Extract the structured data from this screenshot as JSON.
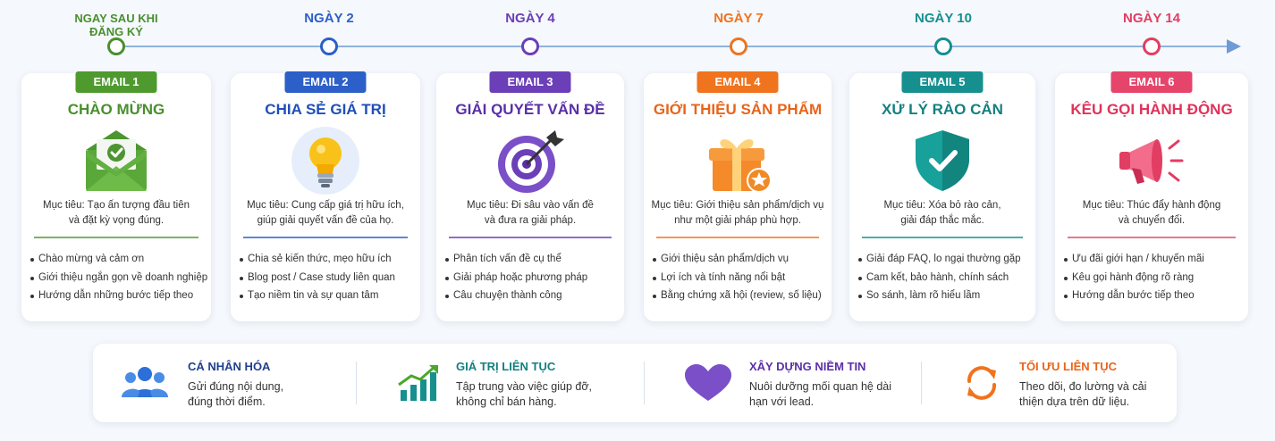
{
  "timeline": [
    {
      "label": "NGAY SAU KHI ĐĂNG KÝ",
      "color": "#4a8f2e"
    },
    {
      "label": "NGÀY 2",
      "color": "#2c5fc8"
    },
    {
      "label": "NGÀY 4",
      "color": "#6b3fb8"
    },
    {
      "label": "NGÀY 7",
      "color": "#f0731e"
    },
    {
      "label": "NGÀY 10",
      "color": "#168f8f"
    },
    {
      "label": "NGÀY 14",
      "color": "#e23d62"
    }
  ],
  "cards": [
    {
      "badge": "EMAIL 1",
      "title": "CHÀO MỪNG",
      "color": "#4a8f2e",
      "badge_color": "#4f9a2f",
      "icon": "envelope-check-icon",
      "goal": [
        "Mục tiêu: Tạo ấn tượng đầu tiên",
        "và đặt kỳ vọng đúng."
      ],
      "points": [
        "Chào mừng và cảm ơn",
        "Giới thiệu ngắn gọn về doanh nghiệp",
        "Hướng dẫn những bước tiếp theo"
      ]
    },
    {
      "badge": "EMAIL 2",
      "title": "CHIA SẺ GIÁ TRỊ",
      "color": "#1f4fb8",
      "badge_color": "#2c5fc8",
      "icon": "lightbulb-icon",
      "goal": [
        "Mục tiêu: Cung cấp giá trị hữu ích,",
        "giúp giải quyết vấn đề của họ."
      ],
      "points": [
        "Chia sẻ kiến thức, mẹo hữu ích",
        "Blog post / Case study liên quan",
        "Tạo niềm tin và sự quan tâm"
      ]
    },
    {
      "badge": "EMAIL 3",
      "title": "GIẢI QUYẾT VẤN ĐỀ",
      "color": "#5a2fa8",
      "badge_color": "#6b3fb8",
      "icon": "target-icon",
      "goal": [
        "Mục tiêu: Đi sâu vào vấn đề",
        "và đưa ra giải pháp."
      ],
      "points": [
        "Phân tích vấn đề cụ thể",
        "Giải pháp hoặc phương pháp",
        "Câu chuyện thành công"
      ]
    },
    {
      "badge": "EMAIL 4",
      "title": "GIỚI THIỆU SẢN PHẨM",
      "color": "#e8641a",
      "badge_color": "#f0731e",
      "icon": "gift-icon",
      "goal": [
        "Mục tiêu: Giới thiệu sản phẩm/dịch vụ",
        "như một giải pháp phù hợp."
      ],
      "points": [
        "Giới thiệu sản phẩm/dịch vụ",
        "Lợi ích và tính năng nổi bật",
        "Bằng chứng xã hội (review, số liệu)"
      ]
    },
    {
      "badge": "EMAIL 5",
      "title": "XỬ LÝ RÀO CẢN",
      "color": "#13807f",
      "badge_color": "#168f8f",
      "icon": "shield-check-icon",
      "goal": [
        "Mục tiêu: Xóa bỏ rào cản,",
        "giải đáp thắc mắc."
      ],
      "points": [
        "Giải đáp FAQ, lo ngại thường gặp",
        "Cam kết, bảo hành, chính sách",
        "So sánh, làm rõ hiểu lầm"
      ]
    },
    {
      "badge": "EMAIL 6",
      "title": "KÊU GỌI HÀNH ĐỘNG",
      "color": "#e0325a",
      "badge_color": "#e6456b",
      "icon": "megaphone-icon",
      "goal": [
        "Mục tiêu: Thúc đẩy hành động",
        "và chuyển đổi."
      ],
      "points": [
        "Ưu đãi giới hạn / khuyến mãi",
        "Kêu gọi hành động rõ ràng",
        "Hướng dẫn bước tiếp theo"
      ]
    }
  ],
  "pillars": [
    {
      "title": "CÁ NHÂN HÓA",
      "text": "Gửi đúng nội dung, đúng thời điểm.",
      "color": "#1f3f8f",
      "icon": "people-icon"
    },
    {
      "title": "GIÁ TRỊ LIÊN TỤC",
      "text": "Tập trung vào việc giúp đỡ, không chỉ bán hàng.",
      "color": "#13807f",
      "icon": "growth-chart-icon"
    },
    {
      "title": "XÂY DỰNG NIỀM TIN",
      "text": "Nuôi dưỡng mối quan hệ dài hạn với lead.",
      "color": "#5a2fa8",
      "icon": "heart-icon"
    },
    {
      "title": "TỐI ƯU LIÊN TỤC",
      "text": "Theo dõi, đo lường và cải thiện dựa trên dữ liệu.",
      "color": "#e8641a",
      "icon": "refresh-icon"
    }
  ]
}
